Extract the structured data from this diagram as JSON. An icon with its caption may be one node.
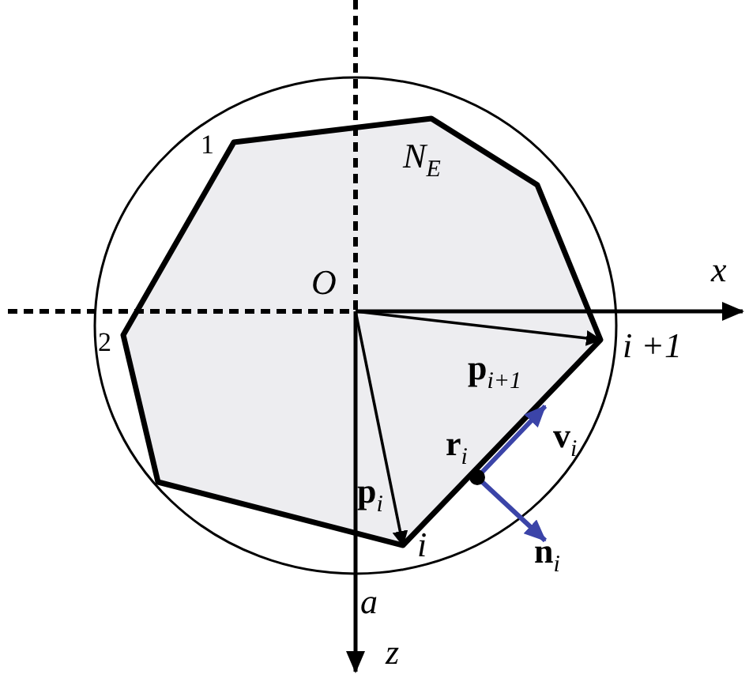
{
  "diagram": {
    "labels": [
      "1",
      "N$_{E}$",
      "x",
      "O",
      "2",
      "i +1",
      "**p**$_{i+1}$",
      "**r**$_{i}$",
      "**v**$_{i}$",
      "**p**$_{i}$",
      "**n**$_{i}$",
      "i",
      "a",
      "z"
    ]
  }
}
